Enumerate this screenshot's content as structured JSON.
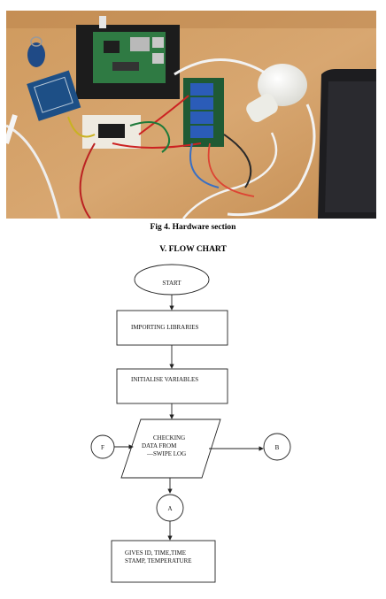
{
  "figure": {
    "caption": "Fig 4. Hardware section"
  },
  "section": {
    "heading": "V.   FLOW CHART"
  },
  "flowchart": {
    "start": "START",
    "importing": "IMPORTING LIBRARIES",
    "initialise": "INITIALISE VARIABLES",
    "checking_line1": "CHECKING",
    "checking_line2": "DATA FROM",
    "checking_line3": "—SWIPE LOG",
    "connector_f": "F",
    "connector_b": "B",
    "connector_a": "A",
    "output_line1": "GIVES ID, TIME,TIME",
    "output_line2": "STAMP, TEMPERATURE"
  }
}
